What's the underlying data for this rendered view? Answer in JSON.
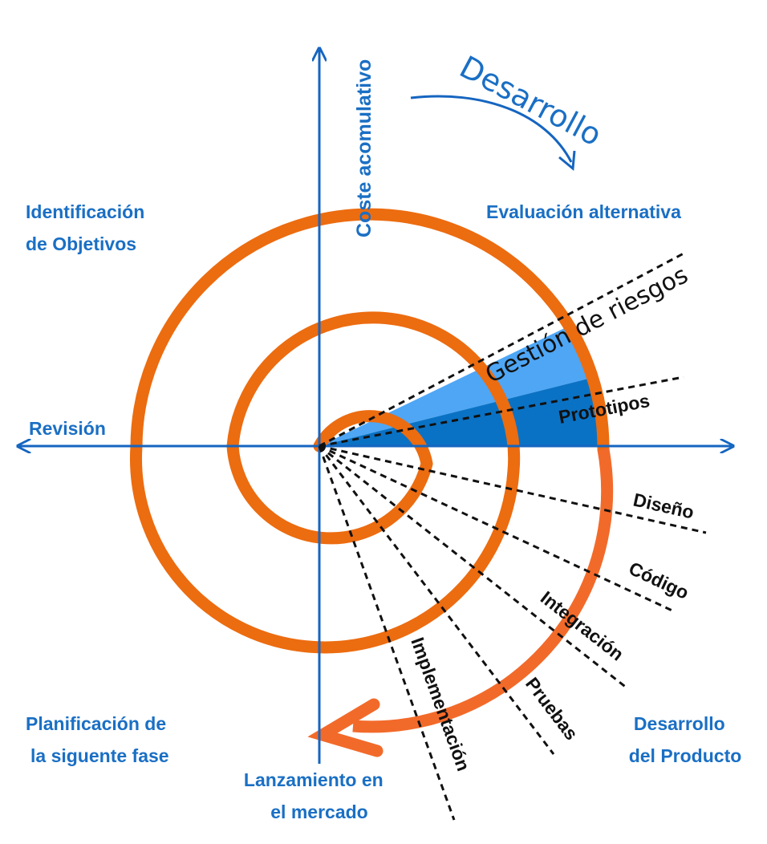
{
  "colors": {
    "axis": "#1565c0",
    "spiral": "#ec6c10",
    "spiral_arrow": "#f26a2a",
    "quadrant_text": "#1a6fc4",
    "risk_light": "#4ea6f5",
    "risk_dark": "#0a72c4",
    "dashed": "#111111"
  },
  "axis": {
    "vertical_label": "Coste acomulativo"
  },
  "development": {
    "label": "Desarrollo"
  },
  "quadrants": {
    "top_left": [
      "Identificación",
      "de Objetivos"
    ],
    "top_right": "Evaluación alternativa",
    "left": "Revisión",
    "bottom_left": [
      "Planificación de",
      "la siguente fase"
    ],
    "bottom_right": [
      "Desarrollo",
      "del Producto"
    ],
    "bottom_center": [
      "Lanzamiento en",
      "el mercado"
    ]
  },
  "phases": {
    "risk": "Gestión de riesgos",
    "prototypes": "Prototipos",
    "design": "Diseño",
    "code": "Código",
    "integration": "Integración",
    "tests": "Pruebas",
    "implementation": "Implementación"
  }
}
